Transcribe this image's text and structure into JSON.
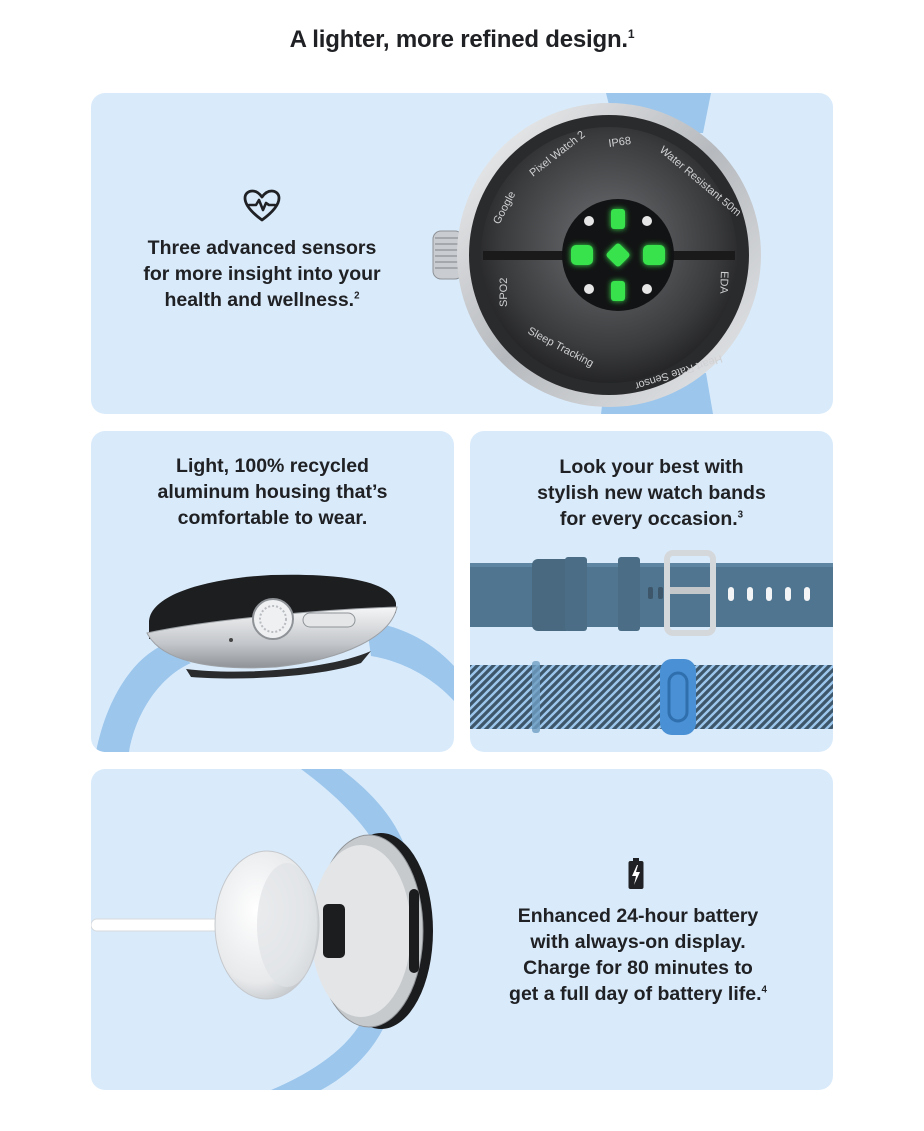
{
  "page": {
    "title": "A lighter, more refined design.",
    "title_note": "1"
  },
  "cards": {
    "sensors": {
      "line1": "Three advanced sensors",
      "line2": "for more insight into your",
      "line3": "health and wellness.",
      "note": "2",
      "icon": "heart-pulse-icon",
      "engravings": {
        "brand": "Google",
        "model": "Pixel Watch 2",
        "rating": "IP68",
        "water": "Water Resistant 50m",
        "spo2": "SPO2",
        "sleep": "Sleep Tracking",
        "heart": "Heart Rate Sensor",
        "eda": "EDA"
      }
    },
    "housing": {
      "line1": "Light, 100% recycled",
      "line2": "aluminum housing that’s",
      "line3": "comfortable to wear."
    },
    "bands": {
      "line1": "Look your best with",
      "line2": "stylish new watch bands",
      "line3": "for every occasion.",
      "note": "3"
    },
    "battery": {
      "line1": "Enhanced 24-hour battery",
      "line2": "with always-on display.",
      "line3": "Charge for 80 minutes to",
      "line4": "get a full day of battery life.",
      "note": "4",
      "icon": "battery-charging-icon"
    }
  },
  "colors": {
    "card_bg": "#d9ebfb",
    "band_blue": "#9cc6ec",
    "sensor_green": "#39e24e",
    "slate_band": "#4f7590"
  }
}
